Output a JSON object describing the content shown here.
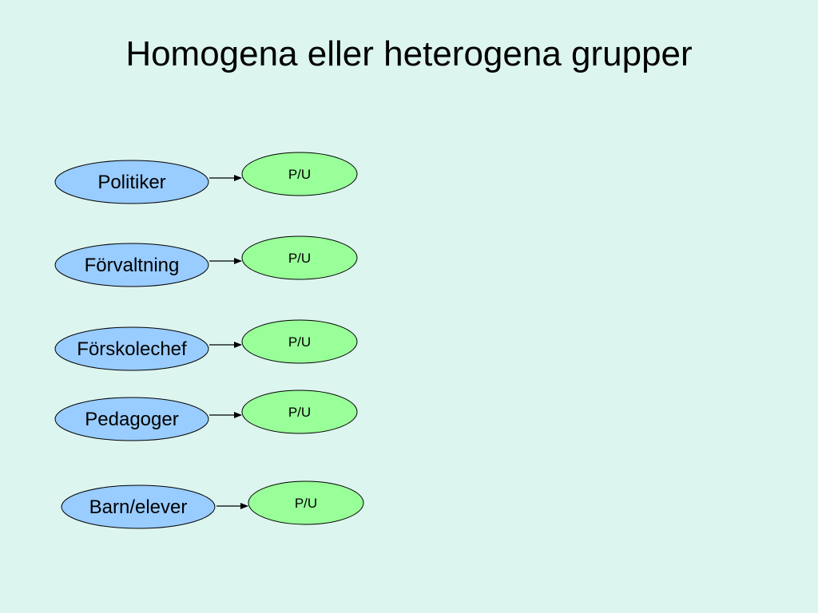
{
  "slide": {
    "title": "Homogena eller heterogena grupper",
    "colors": {
      "background": "#dcf5ef",
      "role_fill": "#99ccff",
      "result_fill": "#99ff99",
      "stroke": "#000000"
    }
  },
  "diagram": {
    "rows": [
      {
        "role": "Politiker",
        "result": "P/U"
      },
      {
        "role": "Förvaltning",
        "result": "P/U"
      },
      {
        "role": "Förskolechef",
        "result": "P/U"
      },
      {
        "role": "Pedagoger",
        "result": "P/U"
      },
      {
        "role": "Barn/elever",
        "result": "P/U"
      }
    ]
  }
}
